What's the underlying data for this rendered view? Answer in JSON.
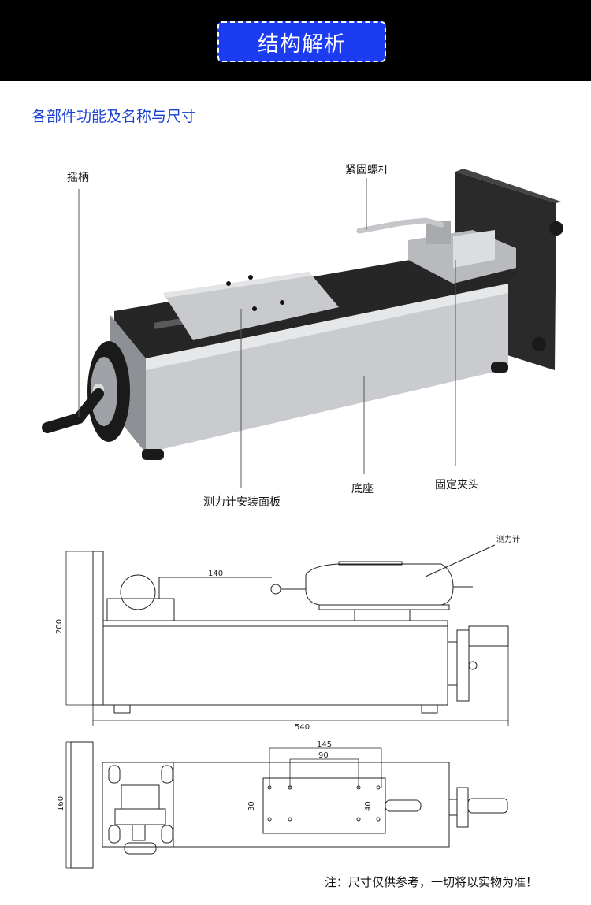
{
  "header": {
    "title": "结构解析",
    "accent": "#1c3cf2"
  },
  "section": {
    "heading": "各部件功能及名称与尺寸",
    "color": "#1b3fd0"
  },
  "photo_labels": {
    "crank": "摇柄",
    "bolt": "紧固螺杆",
    "plate": "测力计安装面板",
    "base": "底座",
    "clamp": "固定夹头"
  },
  "drawing": {
    "gauge_label": "测力计",
    "dim_140": "140",
    "dim_200": "200",
    "dim_540": "540",
    "dim_145": "145",
    "dim_90": "90",
    "dim_160": "160",
    "dim_30": "30",
    "dim_40": "40"
  },
  "footer": {
    "note": "注：尺寸仅供参考，一切将以实物为准！"
  }
}
